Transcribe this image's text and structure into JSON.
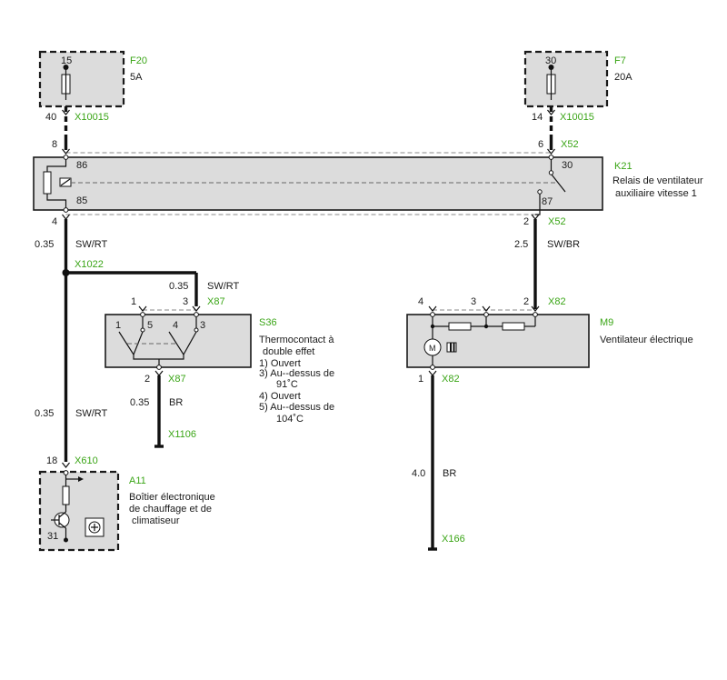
{
  "components": {
    "f20": {
      "id": "F20",
      "pin": "15",
      "rating": "5A"
    },
    "f7": {
      "id": "F7",
      "pin": "30",
      "rating": "20A"
    },
    "k21": {
      "id": "K21",
      "desc1": "Relais de ventilateur",
      "desc2": "auxiliaire vitesse 1",
      "pin86": "86",
      "pin85": "85",
      "pin30": "30",
      "pin87": "87"
    },
    "s36": {
      "id": "S36",
      "desc": [
        "Thermocontact à",
        "double effet",
        "1) Ouvert",
        "3) Au--dessus de",
        "91˚C",
        "4) Ouvert",
        "5) Au--dessus de",
        "104˚C"
      ],
      "pin1": "1",
      "pin5": "5",
      "pin4": "4",
      "pin3": "3"
    },
    "m9": {
      "id": "M9",
      "desc": "Ventilateur électrique",
      "motor_label": "M"
    },
    "a11": {
      "id": "A11",
      "desc": [
        "Boîtier électronique",
        "de chauffage et de",
        "climatiseur"
      ],
      "pin31": "31"
    }
  },
  "connectors": {
    "x10015_left": {
      "name": "X10015",
      "pin": "40"
    },
    "x10015_right": {
      "name": "X10015",
      "pin": "14"
    },
    "x52_top_left": {
      "pin": "8"
    },
    "x52_top_right": {
      "name": "X52",
      "pin": "6"
    },
    "x52_bot_left": {
      "pin": "4"
    },
    "x52_bot_right": {
      "name": "X52",
      "pin": "2"
    },
    "x1022": {
      "name": "X1022"
    },
    "x87_top": {
      "name": "X87",
      "pin1": "1",
      "pin3": "3"
    },
    "x87_bot": {
      "name": "X87",
      "pin": "2"
    },
    "x1106": {
      "name": "X1106"
    },
    "x82_top": {
      "name": "X82",
      "pin4": "4",
      "pin3": "3",
      "pin2": "2"
    },
    "x82_bot": {
      "name": "X82",
      "pin": "1"
    },
    "x610": {
      "name": "X610",
      "pin": "18"
    },
    "x166": {
      "name": "X166"
    }
  },
  "wires": {
    "k21_to_x1022": {
      "size": "0.35",
      "color": "SW/RT"
    },
    "k21_to_m9": {
      "size": "2.5",
      "color": "SW/BR"
    },
    "x1022_to_s36": {
      "size": "0.35",
      "color": "SW/RT"
    },
    "s36_to_x1106": {
      "size": "0.35",
      "color": "BR"
    },
    "x1022_to_a11": {
      "size": "0.35",
      "color": "SW/RT"
    },
    "m9_to_x166": {
      "size": "4.0",
      "color": "BR"
    }
  }
}
